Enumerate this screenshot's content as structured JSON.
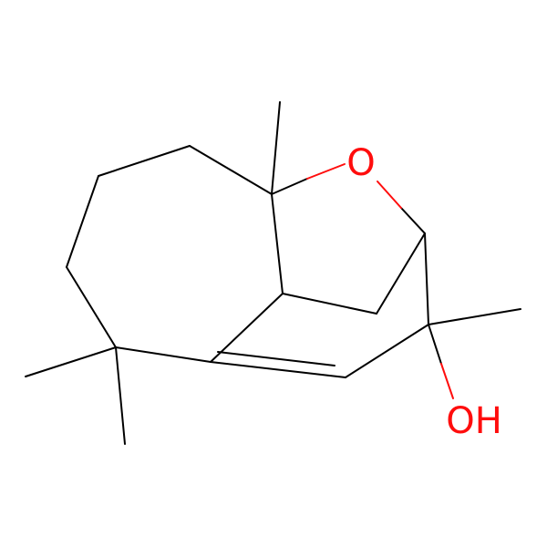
{
  "molecule": {
    "atoms": [
      {
        "id": "O1",
        "label": "O"
      },
      {
        "id": "O2",
        "label": "OH"
      }
    ],
    "colors": {
      "bond": "#000000",
      "oxygen": "#ff0d0d"
    }
  }
}
